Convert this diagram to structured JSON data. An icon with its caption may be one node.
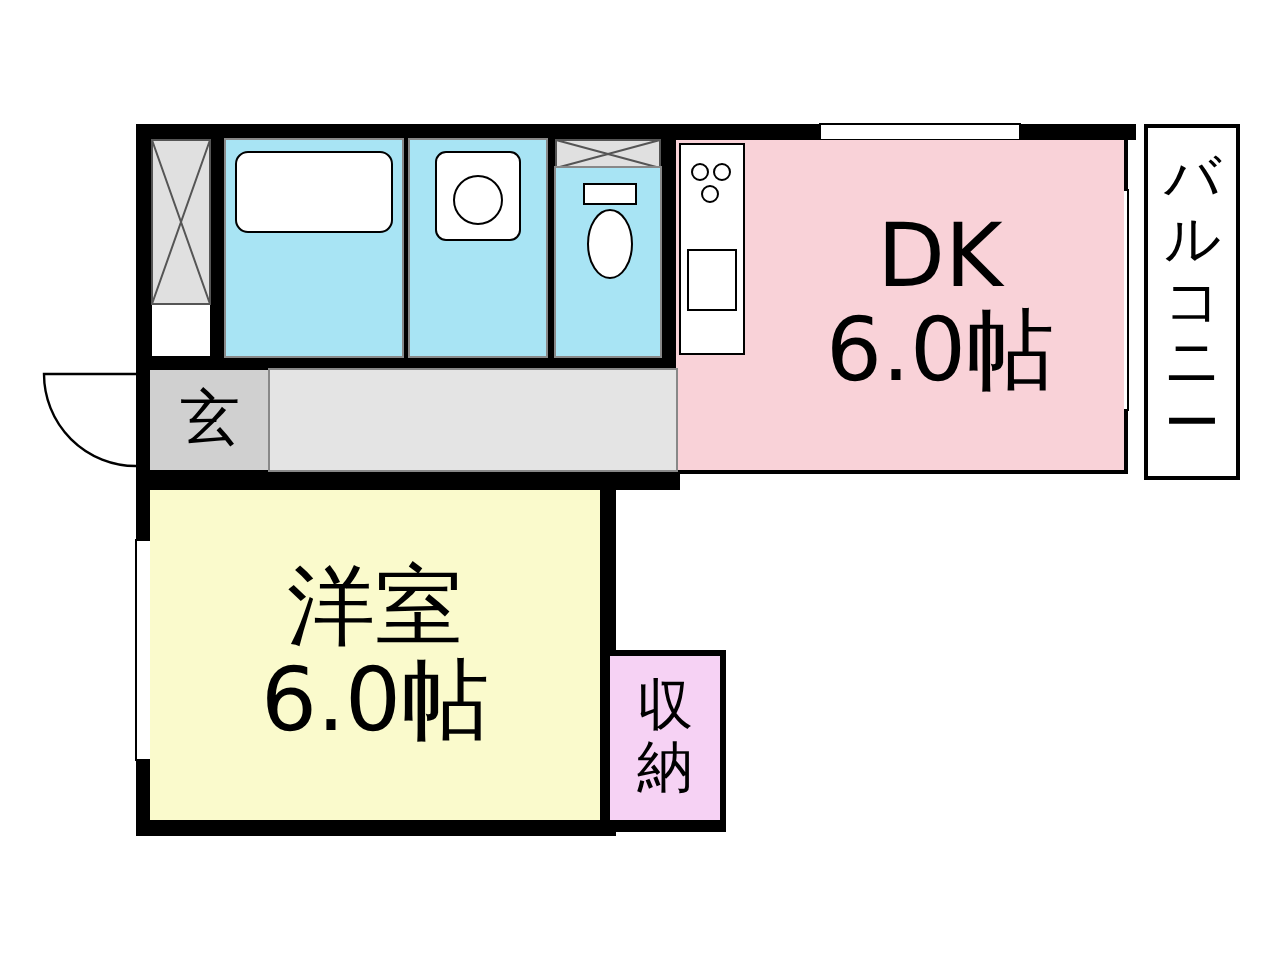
{
  "diagram": {
    "nodes": [
      {
        "text": [],
        "shape": "box"
      },
      {
        "text": [],
        "shape": "box"
      },
      {
        "text": [],
        "shape": "box"
      },
      {
        "text": [
          "DK",
          "6.0帖"
        ]
      },
      {
        "text": [
          "バルコニー"
        ]
      },
      {
        "text": [
          "玄"
        ]
      },
      {
        "text": [],
        "shape": "box"
      },
      {
        "text": [
          "洋室",
          "6.0帖"
        ]
      },
      {
        "text": [
          "収納"
        ]
      }
    ],
    "edges": []
  }
}
